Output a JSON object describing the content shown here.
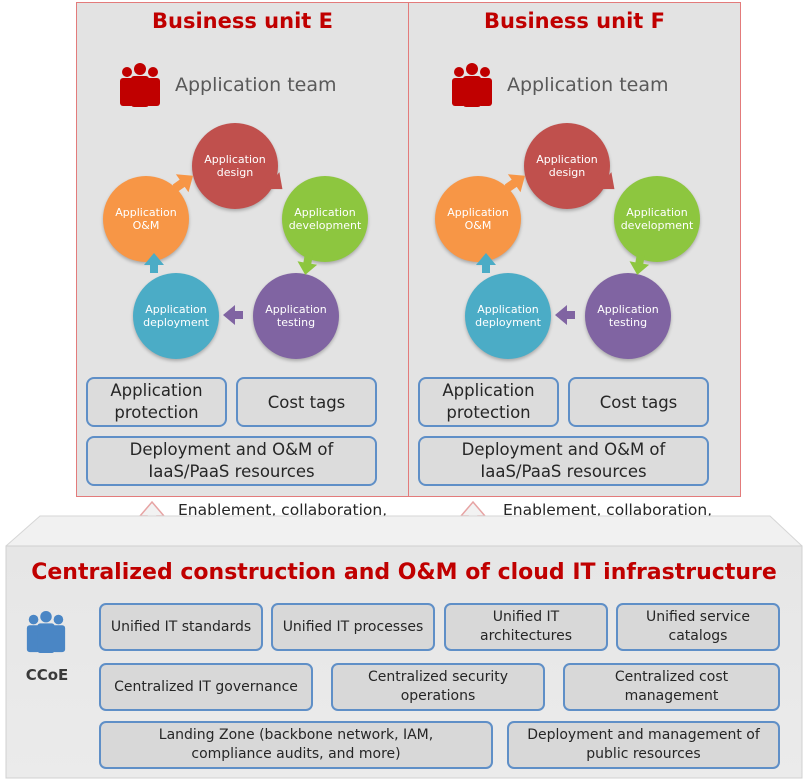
{
  "units": [
    {
      "title": "Business unit E",
      "team": "Application team",
      "cycle": {
        "design": "Application design",
        "development": "Application development",
        "testing": "Application testing",
        "deployment": "Application deployment",
        "om": "Application O&M"
      },
      "boxes": {
        "protection": "Application protection",
        "cost_tags": "Cost tags",
        "deployment_om": "Deployment and O&M of IaaS/PaaS resources"
      },
      "enablement": "Enablement, collaboration, and supervision"
    },
    {
      "title": "Business unit F",
      "team": "Application team",
      "cycle": {
        "design": "Application design",
        "development": "Application development",
        "testing": "Application testing",
        "deployment": "Application deployment",
        "om": "Application O&M"
      },
      "boxes": {
        "protection": "Application protection",
        "cost_tags": "Cost tags",
        "deployment_om": "Deployment and O&M of IaaS/PaaS resources"
      },
      "enablement": "Enablement, collaboration, and supervision"
    }
  ],
  "central": {
    "title": "Centralized construction and O&M of cloud IT infrastructure",
    "ccoe_label": "CCoE",
    "items": {
      "it_standards": "Unified IT standards",
      "it_processes": "Unified IT processes",
      "it_architectures": "Unified IT architectures",
      "service_catalogs": "Unified service catalogs",
      "it_governance": "Centralized IT governance",
      "security_operations": "Centralized security operations",
      "cost_management": "Centralized cost management",
      "landing_zone": "Landing Zone (backbone network, IAM, compliance audits, and more)",
      "public_resources": "Deployment and management of public resources"
    }
  },
  "colors": {
    "title_red": "#c00000",
    "team_icon": "#c00000",
    "ccoe_icon": "#4a86c5",
    "design": "#c0504d",
    "development": "#8dc63f",
    "testing": "#8064a2",
    "deployment": "#4bacc6",
    "om": "#f79646",
    "box_border": "#5f8fc7"
  }
}
